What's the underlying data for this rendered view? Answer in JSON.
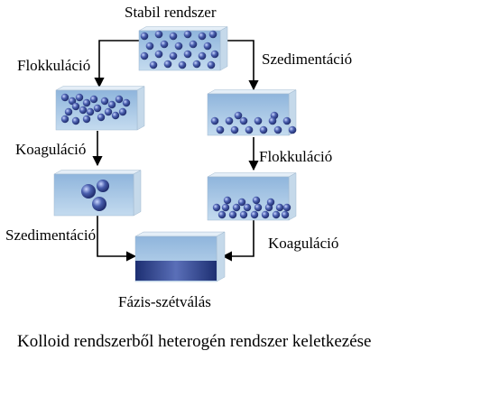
{
  "diagram": {
    "title": "Stabil rendszer",
    "result": "Fázis-szétválás",
    "caption": "Kolloid rendszerből heterogén rendszer keletkezése",
    "left_path": {
      "step1": "Flokkuláció",
      "step2": "Koaguláció",
      "step3": "Szedimentáció"
    },
    "right_path": {
      "step1": "Szedimentáció",
      "step2": "Flokkuláció",
      "step3": "Koaguláció"
    }
  },
  "colors": {
    "box_face": "#a9cbe7",
    "box_top": "#e4eef7",
    "box_side": "#c5d9ea",
    "particle": "#2b3f8a",
    "sediment": "#1f2a55",
    "arrow": "#000000"
  },
  "icons": {
    "particle": "sphere",
    "arrow": "arrowhead-down-left"
  }
}
